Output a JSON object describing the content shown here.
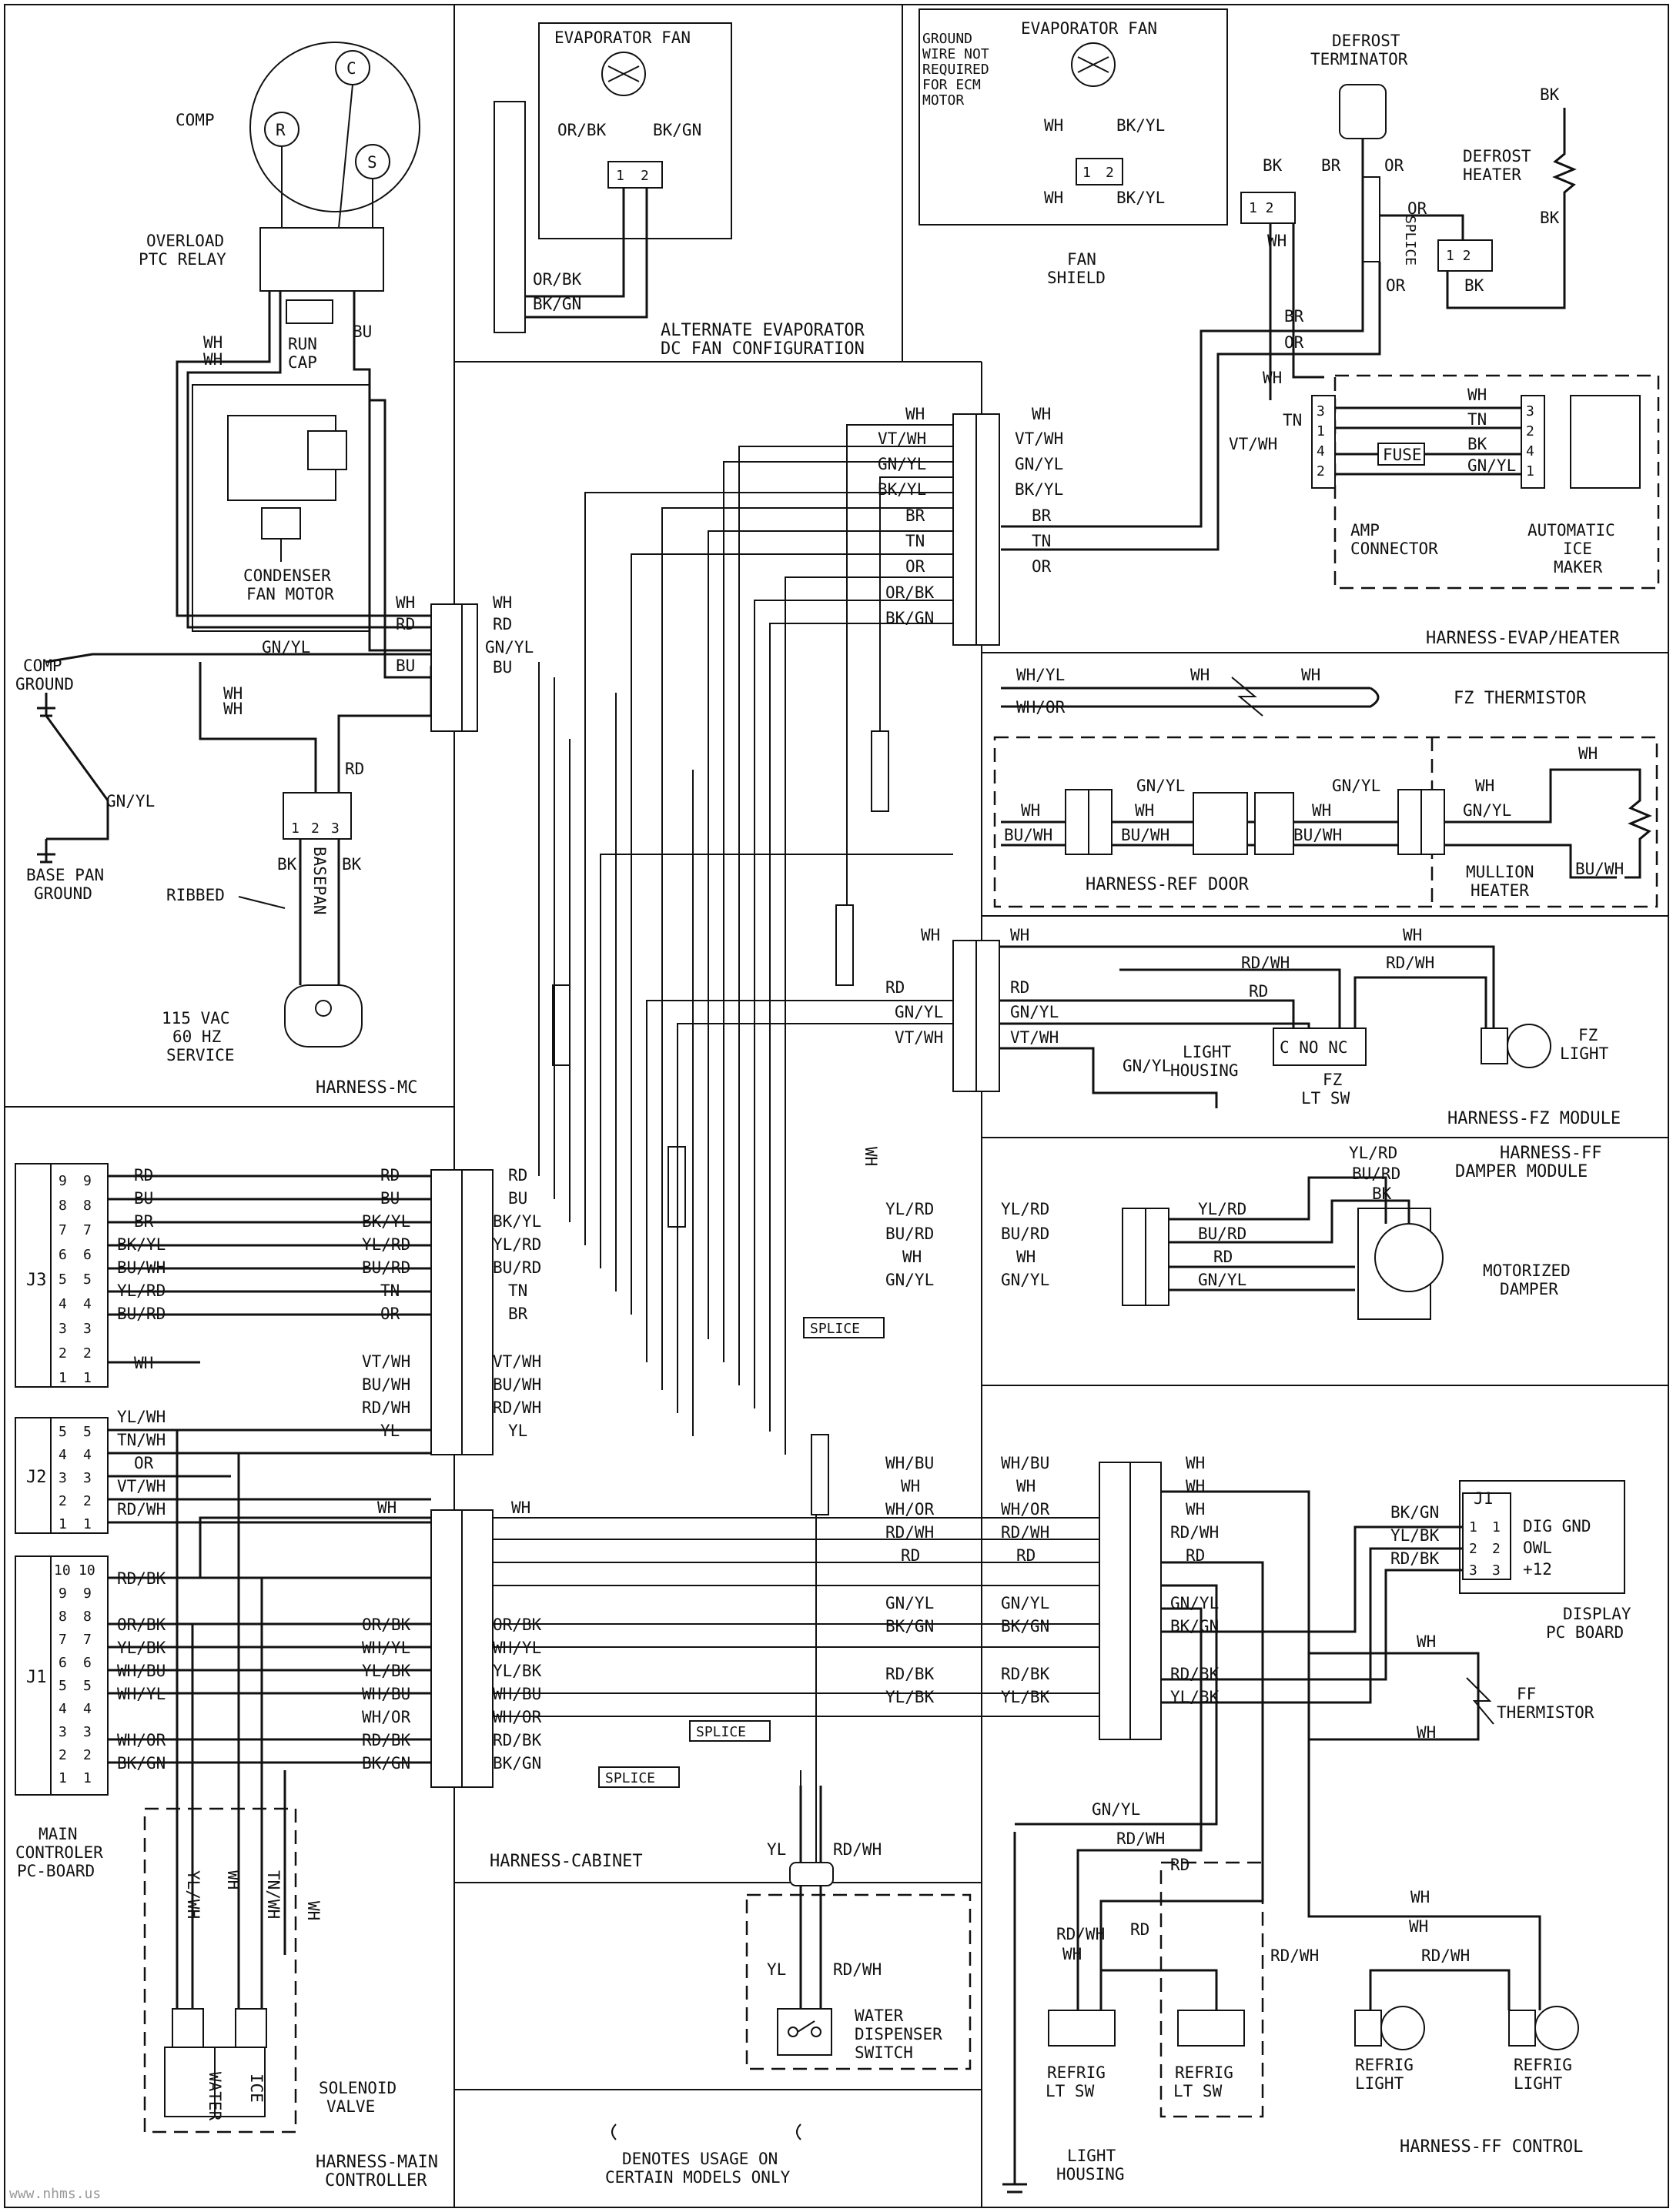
{
  "sections": {
    "harness_mc": "HARNESS-MC",
    "alt_evap_line1": "ALTERNATE EVAPORATOR",
    "alt_evap_line2": "DC FAN CONFIGURATION",
    "harness_evap": "HARNESS-EVAP/HEATER",
    "fz_thermistor": "FZ THERMISTOR",
    "harness_ref_door": "HARNESS-REF DOOR",
    "harness_fz_module": "HARNESS-FZ MODULE",
    "harness_ff_damper_line1": "HARNESS-FF",
    "harness_ff_damper_line2": "DAMPER MODULE",
    "harness_cabinet": "HARNESS-CABINET",
    "harness_main_line1": "HARNESS-MAIN",
    "harness_main_line2": "CONTROLLER",
    "harness_ff_control": "HARNESS-FF CONTROL"
  },
  "components": {
    "comp": "COMP",
    "overload_line1": "OVERLOAD",
    "overload_line2": "PTC RELAY",
    "run_cap_line1": "RUN",
    "run_cap_line2": "CAP",
    "condenser_line1": "CONDENSER",
    "condenser_line2": "FAN MOTOR",
    "comp_ground_line1": "COMP",
    "comp_ground_line2": "GROUND",
    "base_pan_line1": "BASE PAN",
    "base_pan_line2": "GROUND",
    "ribbed": "RIBBED",
    "basepan": "BASEPAN",
    "service_line1": "115 VAC",
    "service_line2": "60 HZ",
    "service_line3": "SERVICE",
    "evap_fan_left": "EVAPORATOR FAN",
    "evap_fan_right": "EVAPORATOR FAN",
    "ground_note": [
      "GROUND",
      "WIRE NOT",
      "REQUIRED",
      "FOR ECM",
      "MOTOR"
    ],
    "defrost_term_line1": "DEFROST",
    "defrost_term_line2": "TERMINATOR",
    "defrost_heater_line1": "DEFROST",
    "defrost_heater_line2": "HEATER",
    "fan_shield_line1": "FAN",
    "fan_shield_line2": "SHIELD",
    "fuse": "FUSE",
    "amp_line1": "AMP",
    "amp_line2": "CONNECTOR",
    "ice_line1": "AUTOMATIC",
    "ice_line2": "ICE",
    "ice_line3": "MAKER",
    "mullion_line1": "MULLION",
    "mullion_line2": "HEATER",
    "light_housing_line1": "LIGHT",
    "light_housing_line2": "HOUSING",
    "fz_lt_sw_line1": "FZ",
    "fz_lt_sw_line2": "LT SW",
    "c_no_nc": "C NO NC",
    "fz_light_line1": "FZ",
    "fz_light_line2": "LIGHT",
    "damper_line1": "MOTORIZED",
    "damper_line2": "DAMPER",
    "j3": "J3",
    "j2": "J2",
    "j1": "J1",
    "main_ctrl": [
      "MAIN",
      "CONTROLER",
      "PC-BOARD"
    ],
    "solenoid_line1": "SOLENOID",
    "solenoid_line2": "VALVE",
    "water": "WATER",
    "ice": "ICE",
    "dispenser": [
      "WATER",
      "DISPENSER",
      "SWITCH"
    ],
    "note_line1": "DENOTES USAGE ON",
    "note_line2": "CERTAIN MODELS ONLY",
    "display_j1": "J1",
    "dig_gnd": "DIG GND",
    "owl": "OWL",
    "plus12": "+12",
    "display_line1": "DISPLAY",
    "display_line2": "PC BOARD",
    "ff_therm_line1": "FF",
    "ff_therm_line2": "THERMISTOR",
    "refrig_lt_sw_line1": "REFRIG",
    "refrig_lt_sw_line2": "LT SW",
    "refrig_light_line1": "REFRIG",
    "refrig_light_line2": "LIGHT",
    "ff_light_housing_line1": "LIGHT",
    "ff_light_housing_line2": "HOUSING",
    "splice": "SPLICE",
    "watermark": "www.nhms.us"
  },
  "wires": {
    "mc_left": [
      "WH",
      "RD",
      "GN/YL",
      "BU",
      "WH",
      "WH"
    ],
    "mc_right": [
      "WH",
      "RD",
      "GN/YL",
      "BU"
    ],
    "evap_left": [
      "WH",
      "VT/WH",
      "GN/YL",
      "BK/YL",
      "BR",
      "TN",
      "OR",
      "OR/BK",
      "BK/GN"
    ],
    "evap_right": [
      "WH",
      "VT/WH",
      "GN/YL",
      "BK/YL",
      "BR",
      "TN",
      "OR"
    ],
    "fz_mod_left": [
      "WH",
      "RD",
      "GN/YL",
      "VT/WH"
    ],
    "fz_mod_right": [
      "WH",
      "RD",
      "GN/YL",
      "VT/WH"
    ],
    "damper_left": [
      "YL/RD",
      "BU/RD",
      "WH",
      "GN/YL"
    ],
    "damper_right": [
      "YL/RD",
      "BU/RD",
      "RD",
      "GN/YL"
    ],
    "main_left": [
      "RD",
      "BU",
      "BK/YL",
      "YL/RD",
      "BU/RD",
      "TN",
      "OR",
      "VT/WH",
      "BU/WH",
      "RD/WH",
      "YL"
    ],
    "main_right": [
      "RD",
      "BU",
      "BK/YL",
      "YL/RD",
      "BU/RD",
      "TN",
      "BR",
      "VT/WH",
      "BU/WH",
      "RD/WH",
      "YL"
    ],
    "j3_pins": [
      "RD",
      "BU",
      "BR",
      "BK/YL",
      "BU/WH",
      "YL/RD",
      "BU/RD"
    ],
    "j2_pins": [
      "YL/WH",
      "TN/WH",
      "OR",
      "VT/WH",
      "RD/WH"
    ],
    "j1_pins": [
      "RD/BK",
      "OR/BK",
      "YL/BK",
      "WH/BU",
      "WH/YL",
      "WH/OR",
      "BK/GN"
    ],
    "cab2_left": [
      "WH",
      "OR/BK",
      "WH/YL",
      "YL/BK",
      "WH/BU",
      "WH/OR",
      "RD/BK",
      "BK/GN"
    ],
    "cab2_right": [
      "WH",
      "OR/BK",
      "WH/YL",
      "YL/BK",
      "WH/BU",
      "WH/OR",
      "RD/BK",
      "BK/GN"
    ],
    "ff_left": [
      "WH/BU",
      "WH",
      "WH/OR",
      "RD/WH",
      "RD",
      "GN/YL",
      "BK/GN",
      "RD/BK",
      "YL/BK"
    ],
    "ff_right": [
      "WH",
      "WH",
      "WH",
      "RD/WH",
      "RD",
      "GN/YL",
      "BK/GN",
      "RD/BK",
      "YL/BK"
    ],
    "fz_thermistor": [
      "WH/YL",
      "WH/OR",
      "WH",
      "WH"
    ],
    "ref_door": [
      "WH",
      "BU/WH",
      "GN/YL",
      "WH",
      "BU/WH"
    ],
    "misc": [
      "WH",
      "BU",
      "BK",
      "BK",
      "OR/BK",
      "BK/GN",
      "OR/BK",
      "WH",
      "BK/YL",
      "BR",
      "OR",
      "TN",
      "RD",
      "GN/YL",
      "YL",
      "RD/WH",
      "BK/GN",
      "YL/BK",
      "RD/BK",
      "GN/YL",
      "RD/WH",
      "RD",
      "RD/WH",
      "WH",
      "RD/WH"
    ]
  }
}
